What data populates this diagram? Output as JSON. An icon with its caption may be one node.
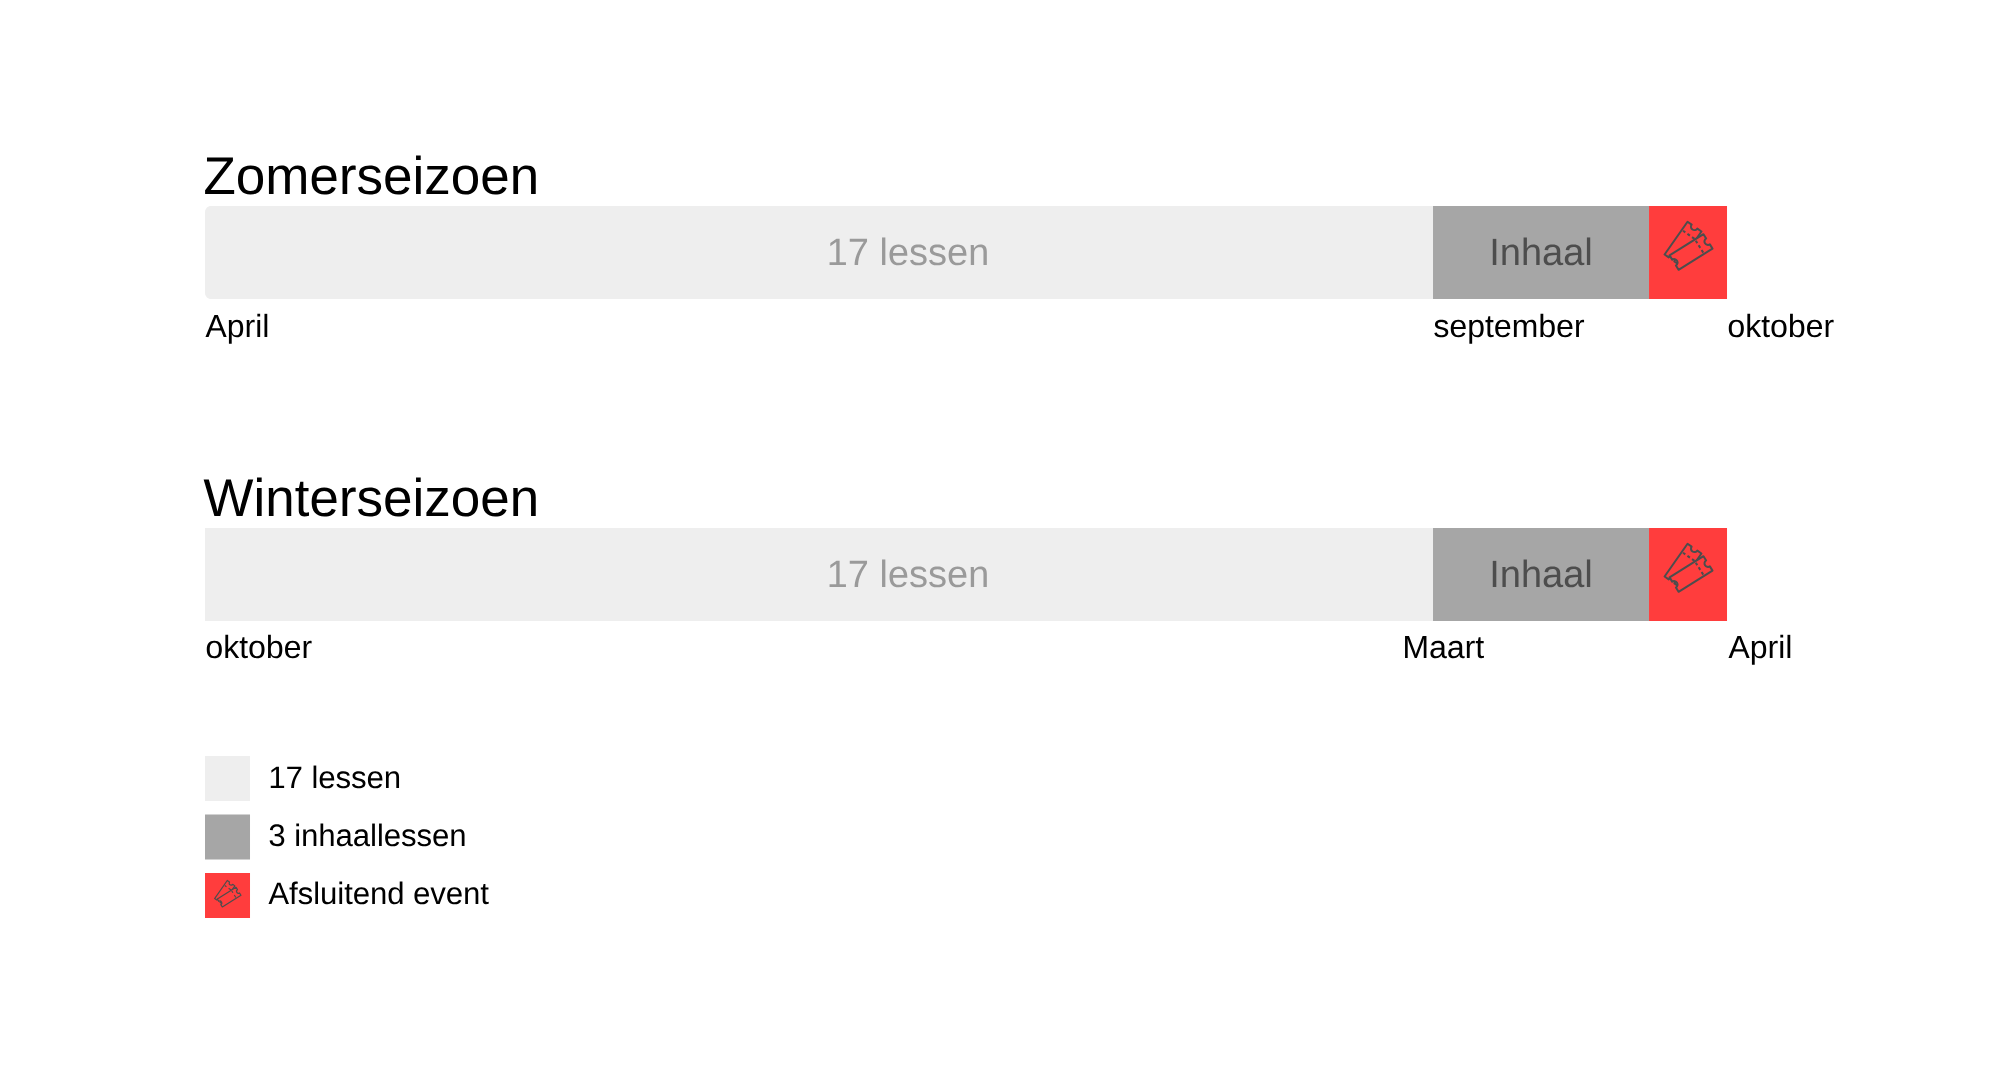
{
  "diagram": {
    "nodes": [
      {
        "text": [
          "17 lessen"
        ]
      },
      {
        "text": [
          "Inhaal"
        ]
      },
      {
        "text": [],
        "shape": "box"
      },
      {
        "text": [
          "17 lessen"
        ]
      },
      {
        "text": [
          "Inhaal"
        ]
      },
      {
        "text": [],
        "shape": "box"
      }
    ],
    "labels": [
      "Zomerseizoen",
      "April",
      "september",
      "oktober",
      "Winterseizoen",
      "oktober",
      "Maart",
      "April"
    ],
    "legend": [
      {
        "text": "17 lessen",
        "color": "#eeeeee"
      },
      {
        "text": "3 inhaallessen",
        "color": "#a6a6a6"
      },
      {
        "text": "Afsluitend event",
        "color": "#ff3d3d"
      }
    ]
  }
}
